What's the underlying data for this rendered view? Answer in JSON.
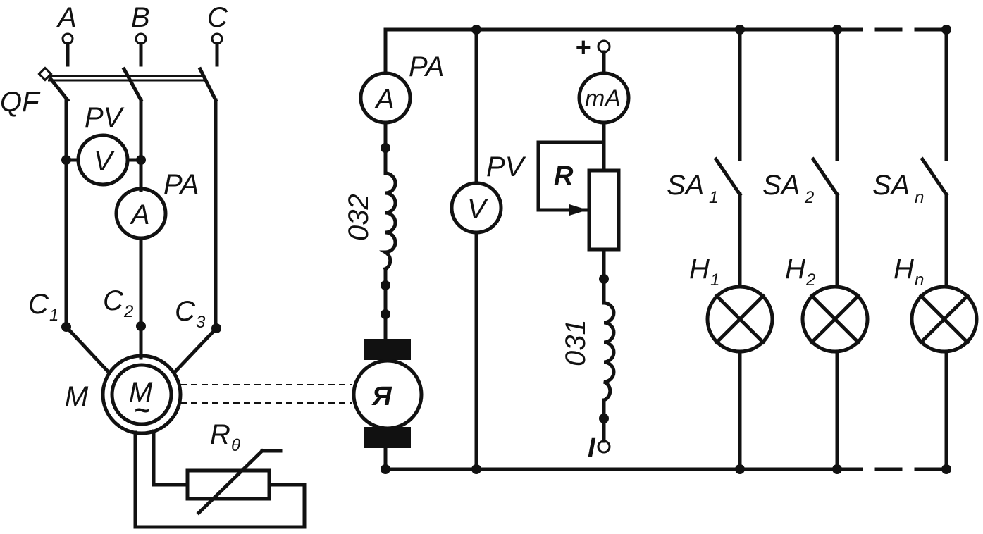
{
  "labels": {
    "phase_a": "A",
    "phase_b": "B",
    "phase_c": "C",
    "breaker": "QF",
    "voltmeter_left": "PV",
    "ammeter_left": "PA",
    "terminal_c1": "C",
    "terminal_c1_sub": "1",
    "terminal_c2": "C",
    "terminal_c2_sub": "2",
    "terminal_c3": "C",
    "terminal_c3_sub": "3",
    "motor_label": "M",
    "motor_symbol": "M",
    "motor_tilde": "~",
    "thermistor": "R",
    "thermistor_sub": "θ",
    "ammeter_right": "PA",
    "winding_032": "032",
    "armature": "Я",
    "voltmeter_right": "PV",
    "plus": "+",
    "minus": "I",
    "milliammeter": "mA",
    "rheostat": "R",
    "winding_031": "031",
    "sa1": "SA",
    "sa1_sub": "1",
    "sa2": "SA",
    "sa2_sub": "2",
    "san": "SA",
    "san_sub": "n",
    "h1": "H",
    "h1_sub": "1",
    "h2": "H",
    "h2_sub": "2",
    "hn": "H",
    "hn_sub": "n",
    "ammeter_symbol": "A",
    "voltmeter_symbol": "V"
  }
}
